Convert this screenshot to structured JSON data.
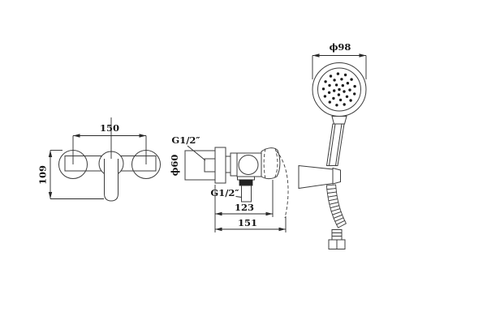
{
  "drawing_title": "shower-mixer-installation-drawing",
  "front_view": {
    "width": "150",
    "height": "109"
  },
  "side_view": {
    "inlet_thread": "G1/2″",
    "body_diameter": "ϕ60",
    "outlet_thread": "G1/2″",
    "depth_to_handle": "123",
    "overall_depth": "151"
  },
  "hand_shower": {
    "head_diameter": "ϕ98"
  },
  "colors": {
    "line": "#3c3c3c",
    "text": "#161616",
    "background": "#ffffff"
  }
}
